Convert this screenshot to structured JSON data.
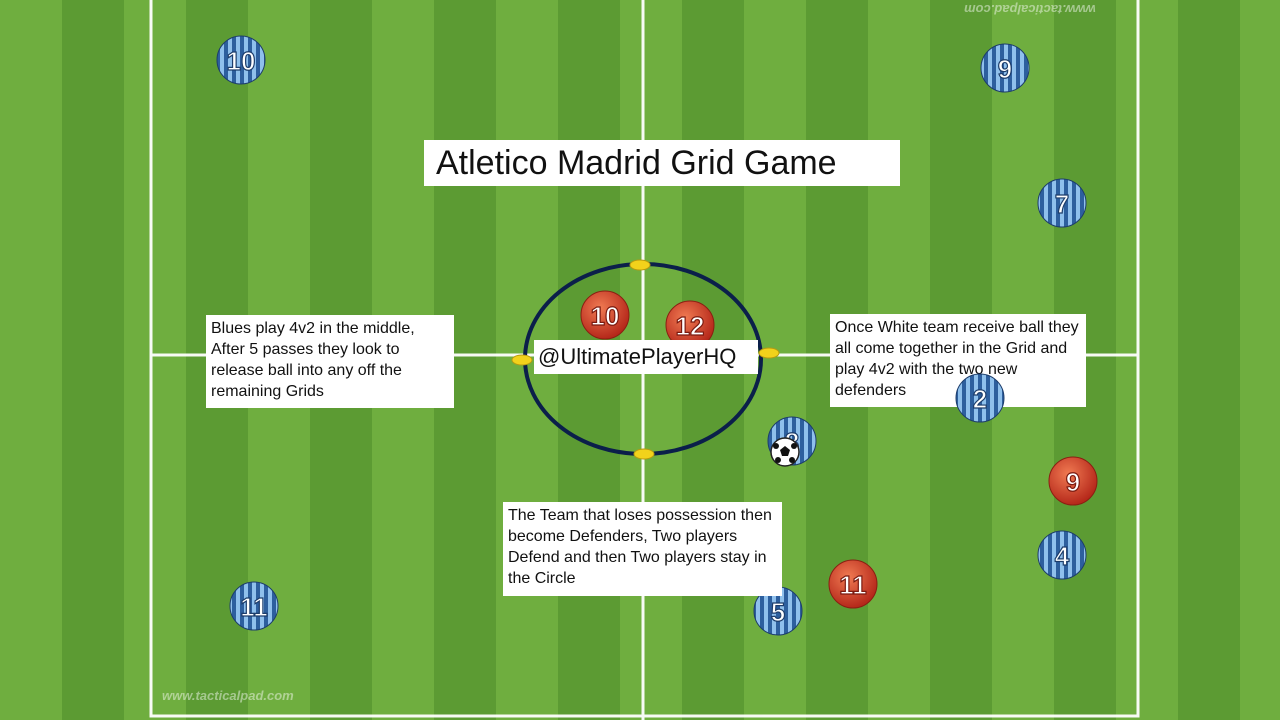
{
  "title": "Atletico Madrid Grid Game",
  "handle": "@UltimatePlayerHQ",
  "watermark": "www.tacticalpad.com",
  "notes": {
    "left": "Blues play 4v2 in the middle, After 5 passes they look to release ball into any off the remaining Grids",
    "right": "Once White team receive ball they all come together in the Grid and play 4v2 with the two new defenders",
    "bottom": "The Team that loses possession then become Defenders, Two players Defend and then Two players stay in the Circle"
  },
  "colors": {
    "grass_light": "#6fae3f",
    "grass_dark": "#5a9a32",
    "line": "#ffffff",
    "circle": "#0b1f4a",
    "cone": "#f2d21b",
    "blue_team": "#3b6fb0",
    "red_team": "#d8452a"
  },
  "players": {
    "blue": [
      "10",
      "9",
      "7",
      "2",
      "8",
      "4",
      "5",
      "11"
    ],
    "red": [
      "10",
      "12",
      "9",
      "11"
    ]
  }
}
